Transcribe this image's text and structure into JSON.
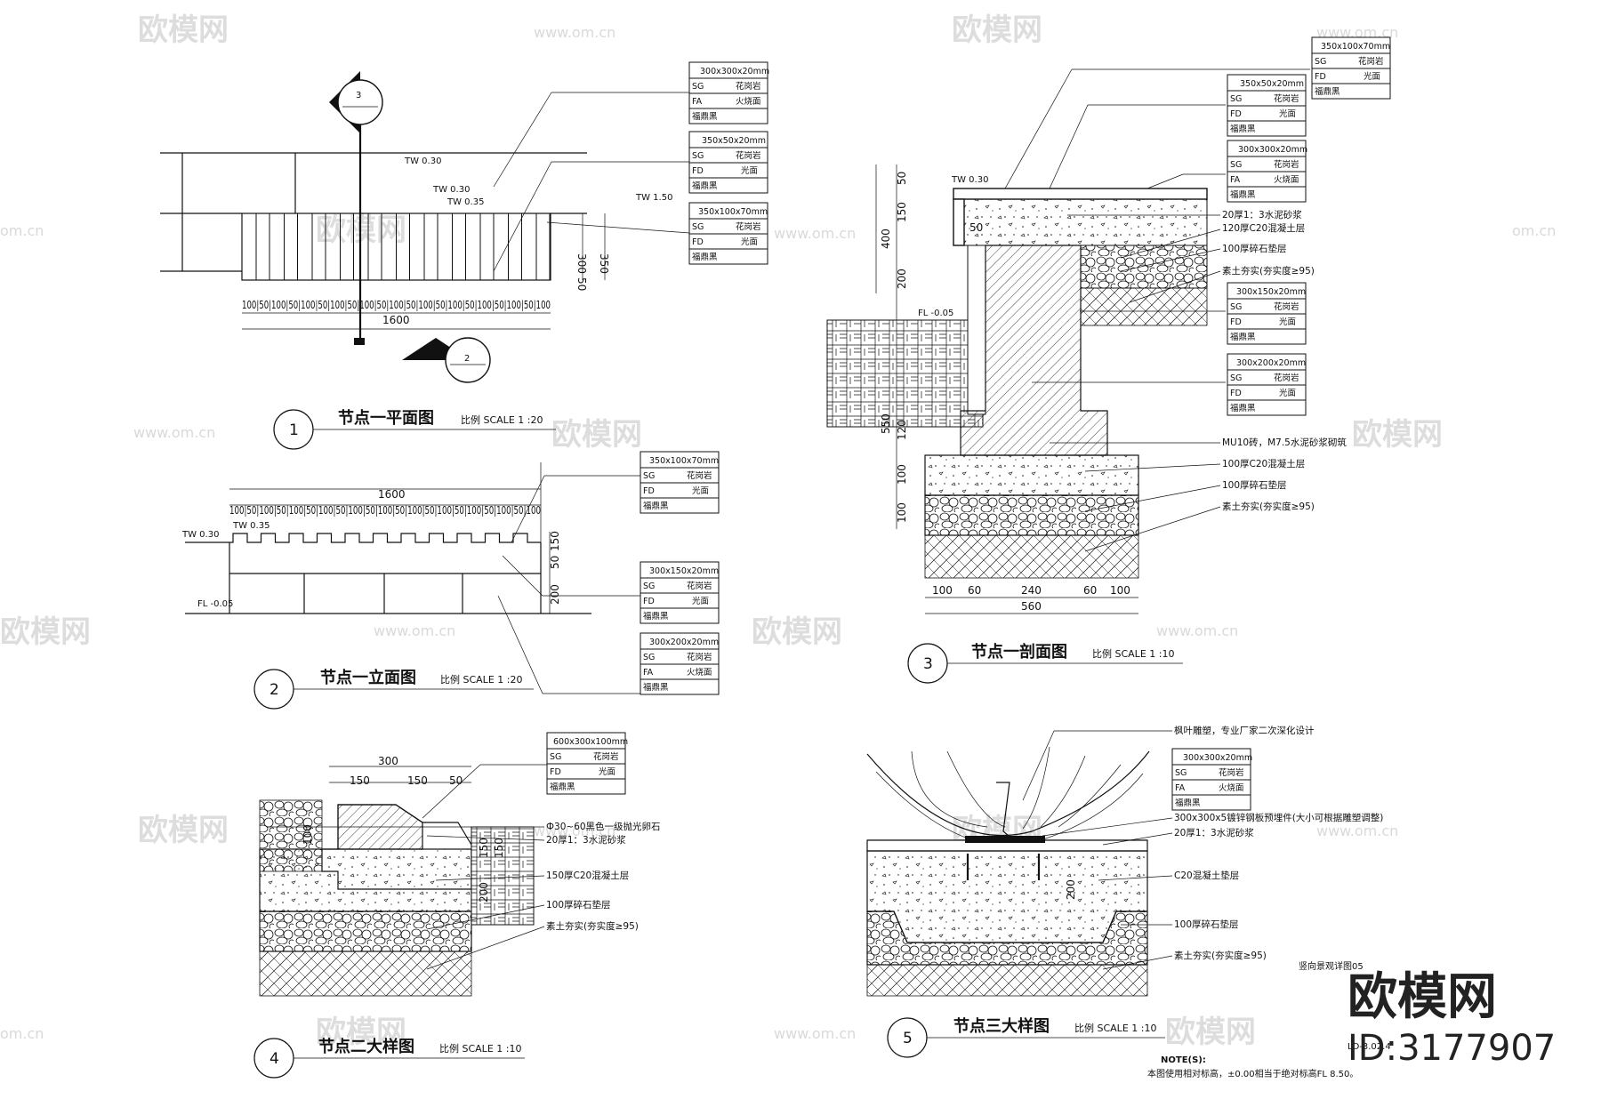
{
  "watermark": {
    "brand": "欧模网",
    "url": "www.om.cn",
    "url_alt": "www.om.cn",
    "id": "ID:3177907",
    "side_url": "om.cn"
  },
  "node1": {
    "num": "1",
    "title": "节点一平面图",
    "scale": "比例 SCALE 1 :20",
    "section_top": "3",
    "section_bottom": "2",
    "levels": [
      "TW 0.30",
      "TW 0.30",
      "TW 0.35",
      "TW 1.50"
    ],
    "dims": {
      "total": "1600",
      "right_a": "300",
      "right_b": "350",
      "right_c": "50",
      "segments": "100|50|100|50|100|50|100|50|100|50|100|50|100|50|100|50|100|50|100|50|100"
    },
    "stones": [
      {
        "size": "300x300x20mm",
        "r1a": "SG",
        "r1b": "花岗岩",
        "r2a": "FA",
        "r2b": "火烧面",
        "r3": "福鼎黑"
      },
      {
        "size": "350x50x20mm",
        "r1a": "SG",
        "r1b": "花岗岩",
        "r2a": "FD",
        "r2b": "光面",
        "r3": "福鼎黑"
      },
      {
        "size": "350x100x70mm",
        "r1a": "SG",
        "r1b": "花岗岩",
        "r2a": "FD",
        "r2b": "光面",
        "r3": "福鼎黑"
      }
    ]
  },
  "node2": {
    "num": "2",
    "title": "节点一立面图",
    "scale": "比例 SCALE 1 :20",
    "levels": [
      "TW 0.30",
      "TW 0.35",
      "FL -0.05"
    ],
    "dims": {
      "total": "1600",
      "right_a": "50",
      "right_b": "150",
      "right_c": "200",
      "segments": "100|50|100|50|100|50|100|50|100|50|100|50|100|50|100|50|100|50|100|50|100"
    },
    "stones": [
      {
        "size": "350x100x70mm",
        "r1a": "SG",
        "r1b": "花岗岩",
        "r2a": "FD",
        "r2b": "光面",
        "r3": "福鼎黑"
      },
      {
        "size": "300x150x20mm",
        "r1a": "SG",
        "r1b": "花岗岩",
        "r2a": "FD",
        "r2b": "光面",
        "r3": "福鼎黑"
      },
      {
        "size": "300x200x20mm",
        "r1a": "SG",
        "r1b": "花岗岩",
        "r2a": "FA",
        "r2b": "火烧面",
        "r3": "福鼎黑"
      }
    ]
  },
  "node3": {
    "num": "3",
    "title": "节点一剖面图",
    "scale": "比例 SCALE 1 :10",
    "levels": [
      "TW 0.30",
      "FL -0.05"
    ],
    "vdims": [
      "50",
      "150",
      "400",
      "200",
      "550",
      "120",
      "100",
      "100"
    ],
    "hdims": [
      "100",
      "60",
      "240",
      "60",
      "100",
      "560"
    ],
    "dim50": "50",
    "stones": [
      {
        "size": "350x100x70mm",
        "r1a": "SG",
        "r1b": "花岗岩",
        "r2a": "FD",
        "r2b": "光面",
        "r3": "福鼎黑"
      },
      {
        "size": "350x50x20mm",
        "r1a": "SG",
        "r1b": "花岗岩",
        "r2a": "FD",
        "r2b": "光面",
        "r3": "福鼎黑"
      },
      {
        "size": "300x300x20mm",
        "r1a": "SG",
        "r1b": "花岗岩",
        "r2a": "FA",
        "r2b": "火烧面",
        "r3": "福鼎黑"
      },
      {
        "size": "300x150x20mm",
        "r1a": "SG",
        "r1b": "花岗岩",
        "r2a": "FD",
        "r2b": "光面",
        "r3": "福鼎黑"
      },
      {
        "size": "300x200x20mm",
        "r1a": "SG",
        "r1b": "花岗岩",
        "r2a": "FD",
        "r2b": "光面",
        "r3": "福鼎黑"
      }
    ],
    "callouts": [
      "20厚1：3水泥砂浆",
      "120厚C20混凝土层",
      "100厚碎石垫层",
      "素土夯实(夯实度≥95)",
      "MU10砖，M7.5水泥砂浆砌筑",
      "100厚C20混凝土层",
      "100厚碎石垫层",
      "素土夯实(夯实度≥95)"
    ]
  },
  "node4": {
    "num": "4",
    "title": "节点二大样图",
    "scale": "比例 SCALE 1 :10",
    "dims": {
      "top": "300",
      "a": "150",
      "b": "150",
      "c": "50",
      "v1": "100",
      "v2": "150",
      "v3": "200",
      "v4": "150"
    },
    "stones": [
      {
        "size": "600x300x100mm",
        "r1a": "SG",
        "r1b": "花岗岩",
        "r2a": "FD",
        "r2b": "光面",
        "r3": "福鼎黑"
      }
    ],
    "callouts": [
      "Ф30~60黑色一级抛光卵石",
      "20厚1：3水泥砂浆",
      "150厚C20混凝土层",
      "100厚碎石垫层",
      "素土夯实(夯实度≥95)"
    ]
  },
  "node5": {
    "num": "5",
    "title": "节点三大样图",
    "scale": "比例 SCALE 1 :10",
    "dim200": "200",
    "stones": [
      {
        "size": "300x300x20mm",
        "r1a": "SG",
        "r1b": "花岗岩",
        "r2a": "FA",
        "r2b": "火烧面",
        "r3": "福鼎黑"
      }
    ],
    "callouts": [
      "枫叶雕塑，专业厂家二次深化设计",
      "300x300x5镀锌钢板预埋件(大小可根据雕塑调整)",
      "20厚1：3水泥砂浆",
      "C20混凝土垫层",
      "100厚碎石垫层",
      "素土夯实(夯实度≥95)"
    ]
  },
  "sheet_ref": "LD-3.02.4",
  "sheet_ref2": "竖向景观详图05",
  "note_title": "NOTE(S):",
  "note_text": "本图使用相对标高，±0.00相当于绝对标高FL 8.50。"
}
